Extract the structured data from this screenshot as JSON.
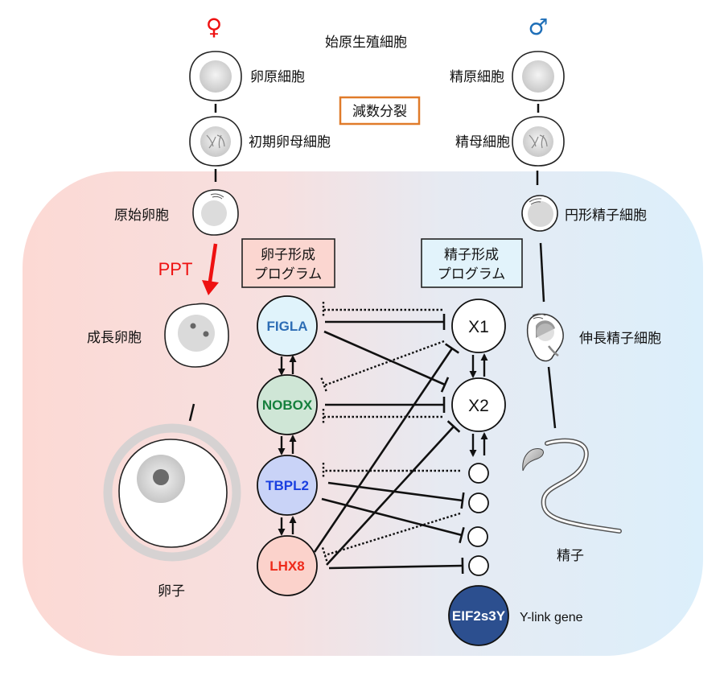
{
  "title": "始原生殖細胞",
  "meiosis_label": "減数分裂",
  "colors": {
    "female_symbol": "#ee1111",
    "male_symbol": "#1f6fb8",
    "meiosis_box_border": "#e07b2a",
    "ppt_arrow": "#ee1111",
    "female_bg": "#fbdad6",
    "male_bg": "#dff0fb",
    "figla_fill": "#e0f3fb",
    "figla_text": "#2d6db5",
    "nobox_fill": "#cfe6d6",
    "nobox_text": "#15803d",
    "tbpl2_fill": "#c9d3f7",
    "tbpl2_text": "#1a3fe0",
    "lhx8_fill": "#fbd2cb",
    "lhx8_text": "#ee2a1a",
    "eif_fill": "#2c4f8f",
    "eif_text": "#ffffff"
  },
  "female": {
    "symbol": "♀",
    "stages": [
      "卵原細胞",
      "初期卵母細胞",
      "原始卵胞",
      "成長卵胞",
      "卵子"
    ],
    "transition_label": "PPT",
    "program_box": [
      "卵子形成",
      "プログラム"
    ]
  },
  "male": {
    "symbol": "♂",
    "stages": [
      "精原細胞",
      "精母細胞",
      "円形精子細胞",
      "伸長精子細胞",
      "精子"
    ],
    "program_box": [
      "精子形成",
      "プログラム"
    ]
  },
  "network": {
    "oocyte_genes": [
      "FIGLA",
      "NOBOX",
      "TBPL2",
      "LHX8"
    ],
    "sperm_genes": [
      "X1",
      "X2",
      "",
      "",
      "",
      ""
    ],
    "y_gene": "EIF2s3Y",
    "y_gene_label": "Y-link gene",
    "edges": [
      {
        "from": "FIGLA",
        "to": "X1",
        "type": "inhibit"
      },
      {
        "from": "X1",
        "to": "FIGLA",
        "type": "inhibit-dotted"
      },
      {
        "from": "FIGLA",
        "to": "X2",
        "type": "inhibit"
      },
      {
        "from": "X1",
        "to": "NOBOX",
        "type": "inhibit-dotted"
      },
      {
        "from": "NOBOX",
        "to": "X2",
        "type": "inhibit"
      },
      {
        "from": "X2",
        "to": "NOBOX",
        "type": "inhibit-dotted"
      },
      {
        "from": "LHX8",
        "to": "X1",
        "type": "inhibit"
      },
      {
        "from": "LHX8",
        "to": "X2",
        "type": "inhibit"
      },
      {
        "from": "S3",
        "to": "TBPL2",
        "type": "inhibit-dotted"
      },
      {
        "from": "TBPL2",
        "to": "S4",
        "type": "inhibit"
      },
      {
        "from": "TBPL2",
        "to": "S5",
        "type": "inhibit"
      },
      {
        "from": "S4",
        "to": "LHX8",
        "type": "inhibit-dotted"
      },
      {
        "from": "LHX8",
        "to": "S6",
        "type": "inhibit"
      }
    ]
  }
}
